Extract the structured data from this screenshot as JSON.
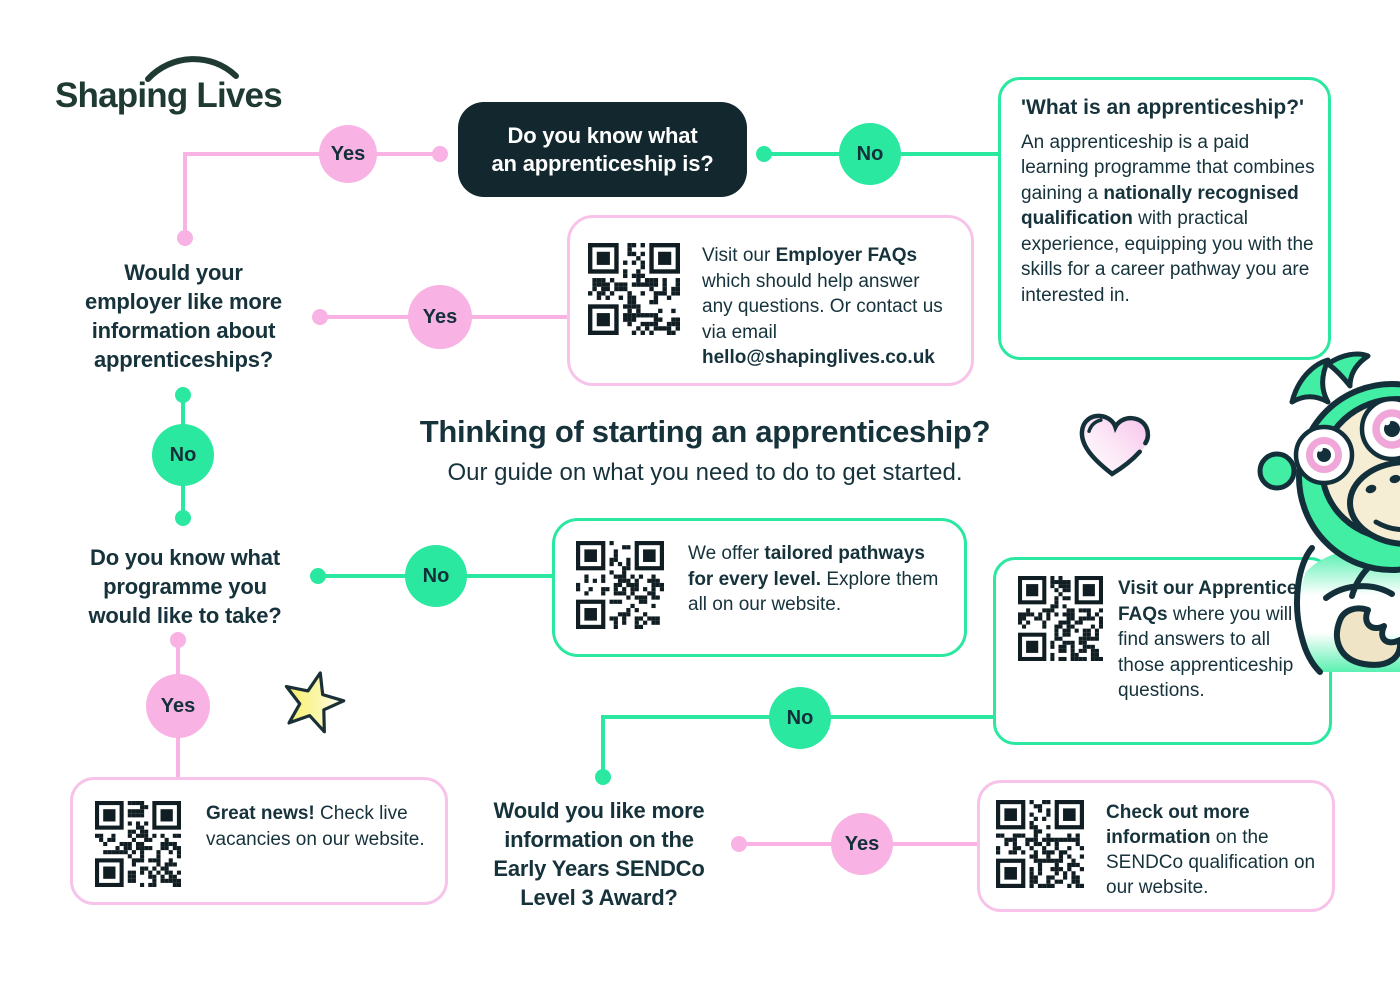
{
  "brand": {
    "name": "Shaping Lives"
  },
  "heading": {
    "title": "Thinking of starting an apprenticeship?",
    "subtitle": "Our guide on what you need to do to get started."
  },
  "labels": {
    "yes": "Yes",
    "no": "No"
  },
  "questions": {
    "start": "Do you know what\nan apprenticeship is?",
    "employer": "Would your\nemployer like more\ninformation about\napprenticeships?",
    "programme": "Do you know what\nprogramme you\nwould like to take?",
    "sendco": "Would you like more\ninformation on the\nEarly Years SENDCo\nLevel 3 Award?"
  },
  "info_boxes": {
    "what_is": {
      "title": "'What is an apprenticeship?'",
      "body_pre": "An apprenticeship is a paid learning programme that combines gaining a ",
      "body_bold": "nationally recognised qualification",
      "body_post": " with practical experience, equipping you with the skills for a career pathway you are interested in."
    },
    "employer_faqs": {
      "pre": "Visit our ",
      "bold_link": "Employer FAQs",
      "mid": " which should help answer any questions. Or contact us via email ",
      "email": "hello@shapinglives.co.uk"
    },
    "pathways": {
      "pre": "We offer ",
      "bold": "tailored pathways for every level.",
      "post": " Explore them all on our website."
    },
    "apprentice_faqs": {
      "bold": "Visit our Apprentice FAQs",
      "post": " where you will find answers to all those apprenticeship questions."
    },
    "vacancies": {
      "bold": "Great news!",
      "post": " Check live vacancies on our website."
    },
    "sendco_info": {
      "bold": "Check out more information",
      "post": " on the SENDCo qualification on our website."
    }
  },
  "colors": {
    "pink": "#f8b2e3",
    "pink_border": "#f7c3ea",
    "green": "#2ae8a0",
    "dark_text": "#16323b",
    "dark_node_bg": "#12282e",
    "qr_dark": "#101d22",
    "star_yellow": "#f8f068",
    "heart_pink": "#f7c3ec"
  },
  "icons": {
    "qr": "qr-code-icon",
    "heart": "heart-icon",
    "star": "star-icon",
    "monkey": "monkey-mascot",
    "logo_arc": "logo-arc-icon"
  }
}
